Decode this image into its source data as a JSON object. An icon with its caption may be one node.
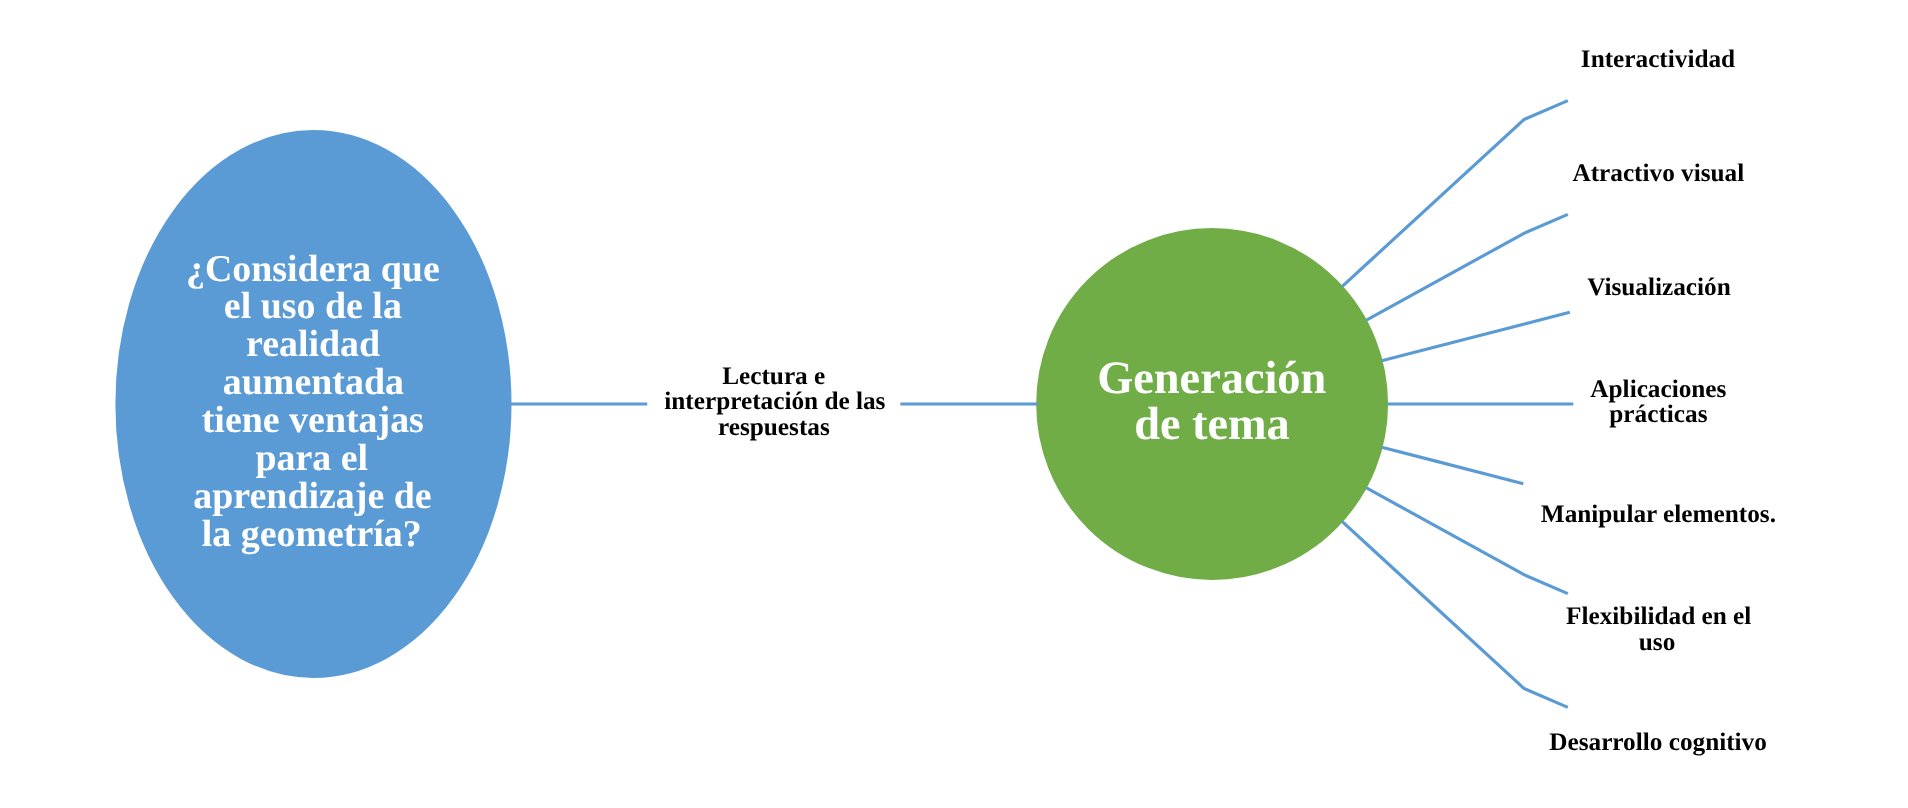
{
  "diagram": {
    "nodes": [
      {
        "text": [
          "¿Considera que el uso de la realidad aumentada tiene ventajas para el aprendizaje de la geometría?"
        ]
      },
      {
        "text": [
          "Lectura e interpretación de las respuestas"
        ]
      },
      {
        "text": [
          "Generación de tema"
        ]
      },
      {
        "text": [
          "Interactividad"
        ]
      },
      {
        "text": [
          "Atractivo visual"
        ]
      },
      {
        "text": [
          "Visualización"
        ]
      },
      {
        "text": [
          "Aplicaciones prácticas"
        ]
      },
      {
        "text": [
          "Manipular elementos."
        ]
      },
      {
        "text": [
          "Flexibilidad en el uso"
        ]
      },
      {
        "text": [
          "Desarrollo cognitivo"
        ]
      }
    ],
    "edges": [
      {
        "from": 0,
        "to": 1,
        "arrow": "none"
      },
      {
        "from": 1,
        "to": 2,
        "arrow": "none"
      },
      {
        "from": 2,
        "to": 3,
        "arrow": "none"
      },
      {
        "from": 2,
        "to": 4,
        "arrow": "none"
      },
      {
        "from": 2,
        "to": 5,
        "arrow": "none"
      },
      {
        "from": 2,
        "to": 6,
        "arrow": "none"
      },
      {
        "from": 2,
        "to": 7,
        "arrow": "none"
      },
      {
        "from": 2,
        "to": 8,
        "arrow": "none"
      },
      {
        "from": 2,
        "to": 9,
        "arrow": "none"
      }
    ]
  }
}
